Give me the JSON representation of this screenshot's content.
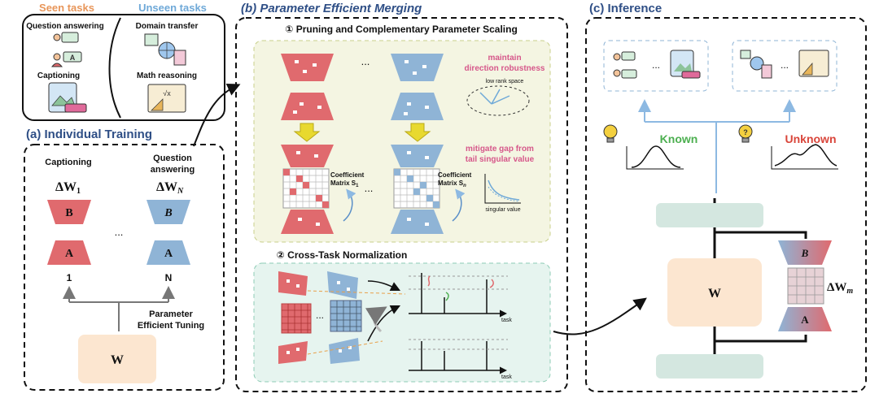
{
  "tasks_panel": {
    "seen_title": "Seen tasks",
    "unseen_title": "Unseen tasks",
    "seen": [
      "Question answering",
      "Captioning"
    ],
    "unseen": [
      "Domain transfer",
      "Math reasoning"
    ]
  },
  "individual_training": {
    "title": "(a) Individual Training",
    "left_task": "Captioning",
    "right_task_line1": "Question",
    "right_task_line2": "answering",
    "delta_left": "ΔW",
    "delta_left_sub": "1",
    "delta_right": "ΔW",
    "delta_right_sub": "N",
    "label_b": "B",
    "label_a": "A",
    "ellipsis": "...",
    "index_left": "1",
    "index_right": "N",
    "tuning_line1": "Parameter",
    "tuning_line2": "Efficient Tuning",
    "base_weight": "W"
  },
  "merging": {
    "title": "(b) Parameter Efficient Merging",
    "step1": "① Pruning and Complementary Parameter Scaling",
    "robust_line1": "maintain",
    "robust_line2": "direction robustness",
    "low_rank": "low rank space",
    "gap_line1": "mitigate gap from",
    "gap_line2": "tail singular value",
    "coef_left_line1": "Coefficient",
    "coef_left_line2": "Matrix S",
    "coef_left_sub": "1",
    "coef_right_line1": "Coefficient",
    "coef_right_line2": "Matrix S",
    "coef_right_sub": "n",
    "singular_value": "singular value",
    "ellipsis": "...",
    "step2": "② Cross-Task Normalization",
    "task_axis": "task"
  },
  "inference": {
    "title": "(c) Inference",
    "known": "Known",
    "unknown": "Unknown",
    "ellipsis": "...",
    "base_weight": "W",
    "label_b": "B",
    "label_a": "A",
    "delta": "ΔW",
    "delta_sub": "m"
  },
  "colors": {
    "red": "#e06a6e",
    "blue": "#8fb4d6",
    "seen_title": "#e8965a",
    "unseen_title": "#6fa9d8",
    "section_title": "#2f4f86",
    "pink_text": "#d6578a",
    "known": "#4caf50",
    "unknown": "#d9453a",
    "arrow_blue": "#8db9e2",
    "base_w": "#fce6d0",
    "step1_bg": "#f4f5e2",
    "step2_bg": "#e6f4ef"
  },
  "icons": [
    "lightbulb-icon",
    "question-lightbulb-icon",
    "qa-card-icon",
    "caption-image-icon",
    "globe-transfer-icon",
    "math-board-icon",
    "down-arrow-icon",
    "curved-arrow-icon"
  ]
}
